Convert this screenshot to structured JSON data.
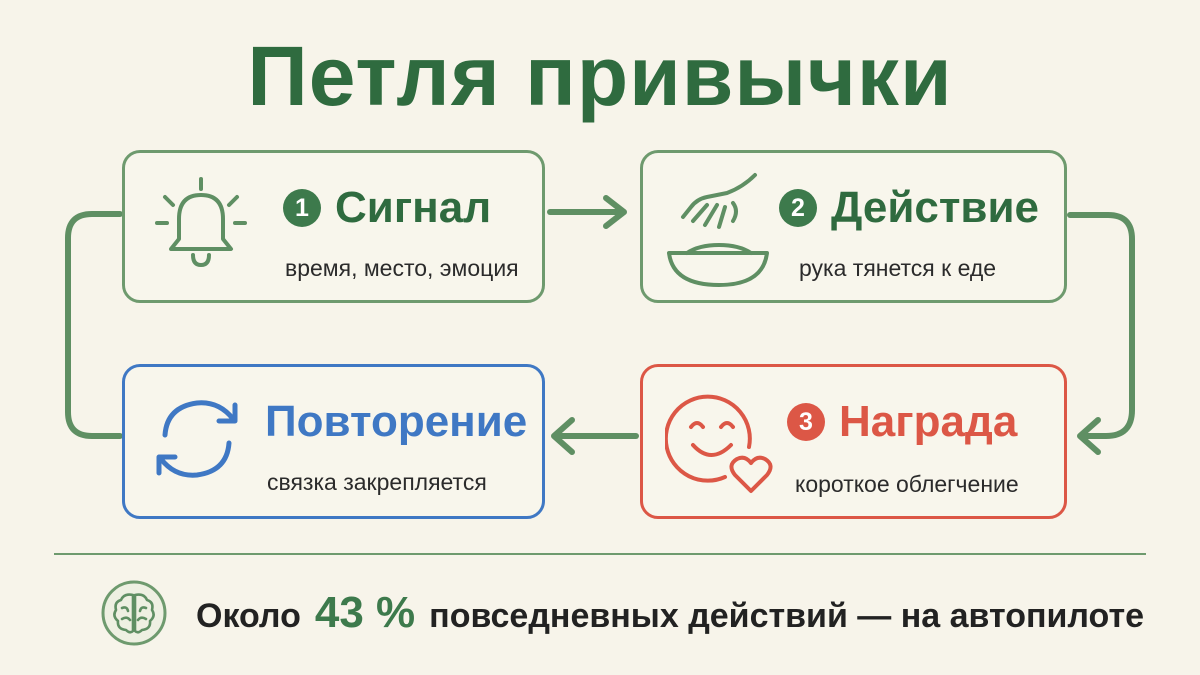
{
  "title": "Петля привычки",
  "steps": [
    {
      "badge": "1",
      "label": "Сигнал",
      "description": "время, место, эмоция",
      "icon": "bell-icon",
      "color": "#2f6b3f"
    },
    {
      "badge": "2",
      "label": "Действие",
      "description": "рука тянется к еде",
      "icon": "hand-bowl-icon",
      "color": "#2f6b3f"
    },
    {
      "badge": "3",
      "label": "Награда",
      "description": "короткое облегчение",
      "icon": "smile-heart-icon",
      "color": "#dc5746"
    },
    {
      "badge": "",
      "label": "Повторение",
      "description": "связка закрепляется",
      "icon": "cycle-arrows-icon",
      "color": "#3f78c4"
    }
  ],
  "footer": {
    "icon": "brain-icon",
    "prefix": "Около",
    "stat": "43 %",
    "suffix": "повседневных действий — на автопилоте"
  }
}
